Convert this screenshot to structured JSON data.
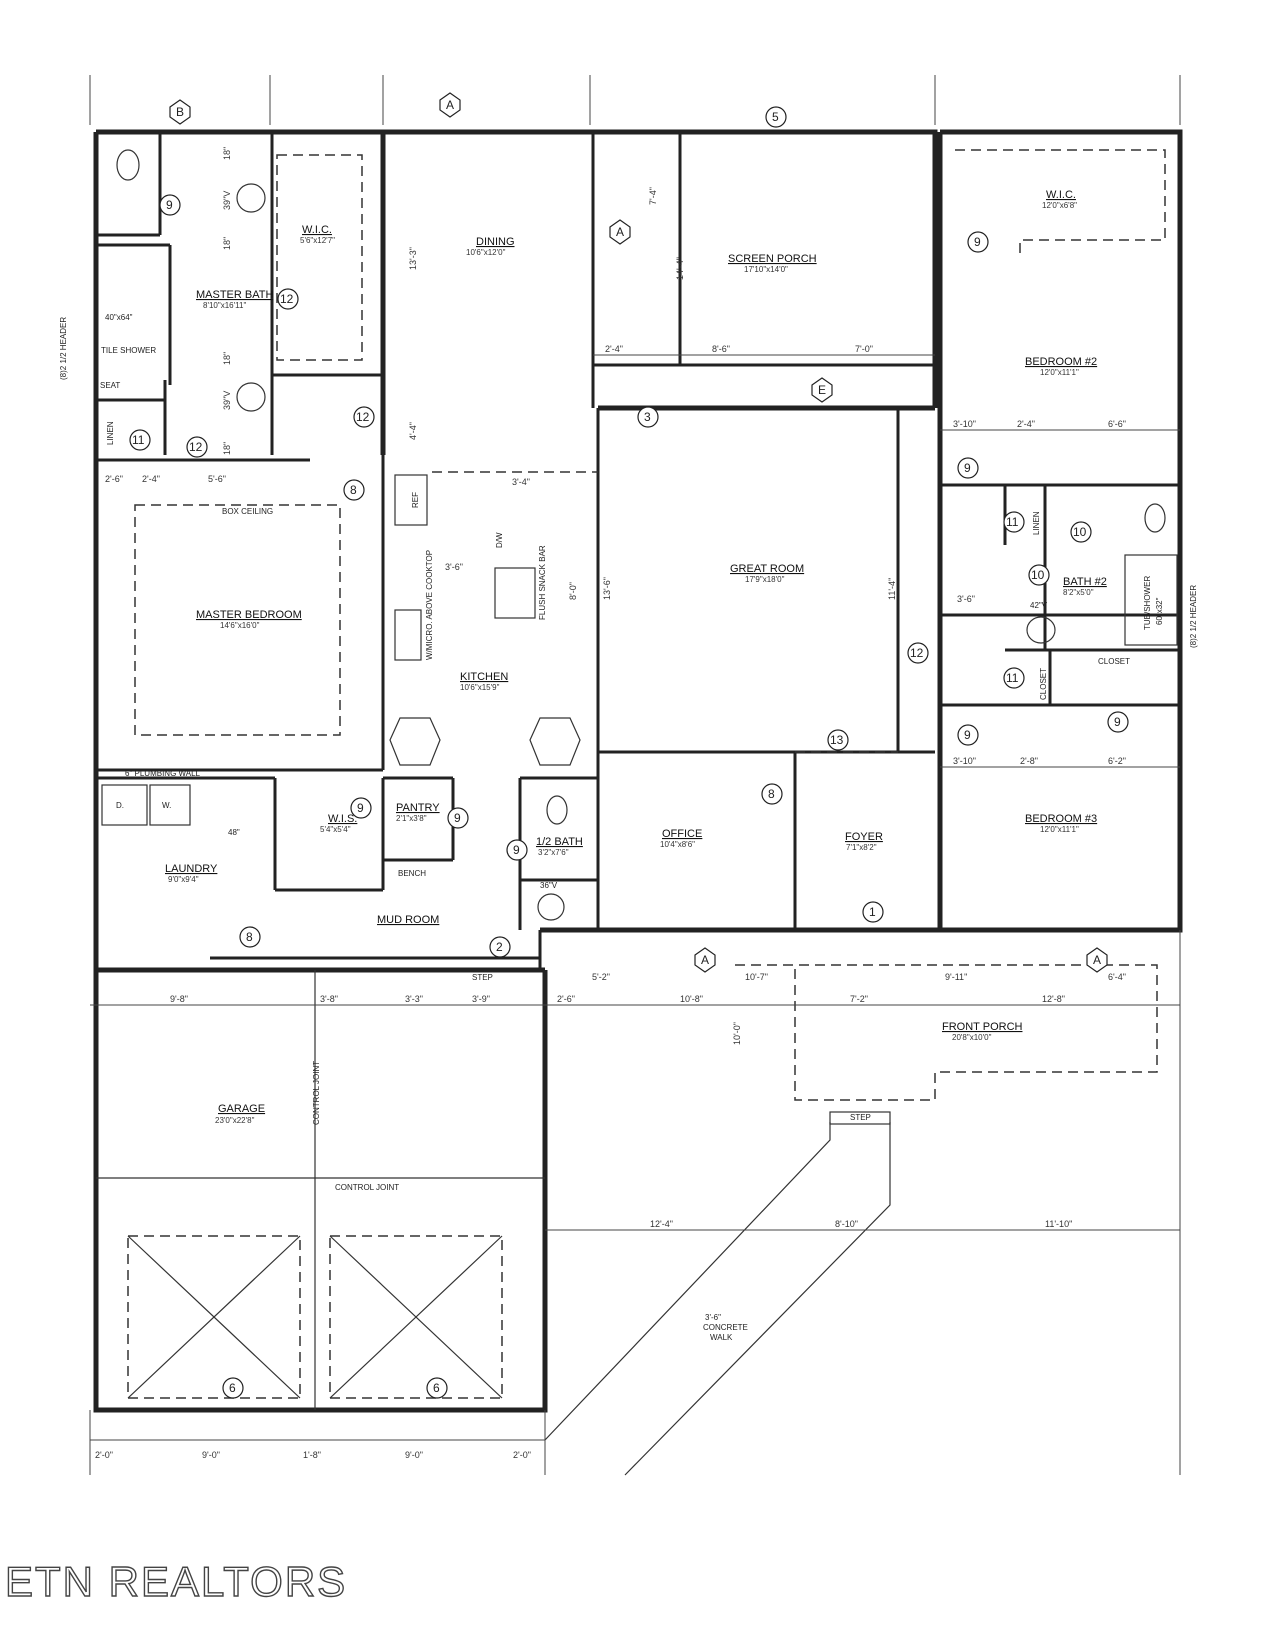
{
  "brand": {
    "name": "ETN REALTORS"
  },
  "rooms": {
    "master_bath": {
      "label": "MASTER BATH",
      "size": "8'10\"x16'11\""
    },
    "wic_master": {
      "label": "W.I.C.",
      "size": "5'6\"x12'7\""
    },
    "dining": {
      "label": "DINING",
      "size": "10'6\"x12'0\""
    },
    "screen_porch": {
      "label": "SCREEN PORCH",
      "size": "17'10\"x14'0\""
    },
    "wic_bed2": {
      "label": "W.I.C.",
      "size": "12'0\"x6'8\""
    },
    "bedroom2": {
      "label": "BEDROOM #2",
      "size": "12'0\"x11'1\""
    },
    "master_bedroom": {
      "label": "MASTER BEDROOM",
      "size": "14'6\"x16'0\""
    },
    "kitchen": {
      "label": "KITCHEN",
      "size": "10'6\"x15'9\""
    },
    "great_room": {
      "label": "GREAT ROOM",
      "size": "17'9\"x18'0\""
    },
    "bath2": {
      "label": "BATH #2",
      "size": "8'2\"x5'0\""
    },
    "laundry": {
      "label": "LAUNDRY",
      "size": "9'0\"x9'4\""
    },
    "wis": {
      "label": "W.I.S.",
      "size": "5'4\"x5'4\""
    },
    "pantry": {
      "label": "PANTRY",
      "size": "2'1\"x3'8\""
    },
    "half_bath": {
      "label": "1/2 BATH",
      "size": "3'2\"x7'6\""
    },
    "office": {
      "label": "OFFICE",
      "size": "10'4\"x8'6\""
    },
    "foyer": {
      "label": "FOYER",
      "size": "7'1\"x8'2\""
    },
    "bedroom3": {
      "label": "BEDROOM #3",
      "size": "12'0\"x11'1\""
    },
    "mud_room": {
      "label": "MUD ROOM",
      "size": ""
    },
    "front_porch": {
      "label": "FRONT PORCH",
      "size": "20'8\"x10'0\""
    },
    "garage": {
      "label": "GARAGE",
      "size": "23'0\"x22'8\""
    }
  },
  "notes": {
    "box_ceiling": "BOX CEILING",
    "tile_shower": "TILE SHOWER",
    "shower_size": "40\"x64\"",
    "seat": "SEAT",
    "linen": "LINEN",
    "ref": "REF",
    "flush_snack_bar": "FLUSH SNACK BAR",
    "dw": "D/W",
    "range_note": "W/MICRO. ABOVE COOKTOP",
    "bench": "BENCH",
    "step": "STEP",
    "closet": "CLOSET",
    "closet_v": "CLOSET",
    "linen_b2": "LINEN",
    "tub_shower": "TUB/SHOWER",
    "tub_size": "60\"x32\"",
    "header_left": "(8)2 1/2 HEADER",
    "header_right": "(8)2 1/2 HEADER",
    "plumbing_wall": "6\" PLUMBING WALL",
    "dryer": "D.",
    "washer": "W.",
    "control_joint_h": "CONTROL JOINT",
    "control_joint_v": "CONTROL JOINT",
    "concrete_walk_1": "3'-6\"",
    "concrete_walk_2": "CONCRETE",
    "concrete_walk_3": "WALK",
    "porch_step": "STEP",
    "sink42": "42\"V",
    "sink36": "36\"V",
    "dim48": "48\""
  },
  "dimensions": [
    {
      "id": "d1",
      "text": "9'-8\""
    },
    {
      "id": "d2",
      "text": "3'-8\""
    },
    {
      "id": "d3",
      "text": "3'-3\""
    },
    {
      "id": "d4",
      "text": "3'-9\""
    },
    {
      "id": "d5",
      "text": "2'-6\""
    },
    {
      "id": "d6",
      "text": "10'-8\""
    },
    {
      "id": "d7",
      "text": "7'-2\""
    },
    {
      "id": "d8",
      "text": "12'-8\""
    },
    {
      "id": "d9",
      "text": "5'-2\""
    },
    {
      "id": "d10",
      "text": "10'-7\""
    },
    {
      "id": "d11",
      "text": "9'-11\""
    },
    {
      "id": "d12",
      "text": "6'-4\""
    },
    {
      "id": "d13",
      "text": "12'-4\""
    },
    {
      "id": "d14",
      "text": "8'-10\""
    },
    {
      "id": "d15",
      "text": "11'-10\""
    },
    {
      "id": "d16",
      "text": "2'-0\""
    },
    {
      "id": "d17",
      "text": "9'-0\""
    },
    {
      "id": "d18",
      "text": "1'-8\""
    },
    {
      "id": "d19",
      "text": "9'-0\""
    },
    {
      "id": "d20",
      "text": "2'-0\""
    },
    {
      "id": "d21",
      "text": "2'-4\""
    },
    {
      "id": "d22",
      "text": "8'-6\""
    },
    {
      "id": "d23",
      "text": "7'-0\""
    },
    {
      "id": "d24",
      "text": "3'-10\""
    },
    {
      "id": "d25",
      "text": "2'-4\""
    },
    {
      "id": "d26",
      "text": "6'-6\""
    },
    {
      "id": "d27",
      "text": "3'-10\""
    },
    {
      "id": "d28",
      "text": "2'-8\""
    },
    {
      "id": "d29",
      "text": "6'-2\""
    },
    {
      "id": "d30",
      "text": "3'-4\""
    },
    {
      "id": "d31",
      "text": "3'-6\""
    },
    {
      "id": "d32",
      "text": "13'-3\""
    },
    {
      "id": "d33",
      "text": "4'-4\""
    },
    {
      "id": "d34",
      "text": "13'-6\""
    },
    {
      "id": "d35",
      "text": "11'-4\""
    },
    {
      "id": "d36",
      "text": "8'-0\""
    },
    {
      "id": "d37",
      "text": "10'-0\""
    },
    {
      "id": "d38",
      "text": "7'-4\""
    },
    {
      "id": "d39",
      "text": "14'-4\""
    },
    {
      "id": "d40",
      "text": "2'-6\""
    },
    {
      "id": "d41",
      "text": "2'-4\""
    },
    {
      "id": "d42",
      "text": "5'-6\""
    },
    {
      "id": "d43",
      "text": "3'-6\""
    },
    {
      "id": "d44",
      "text": "18\""
    },
    {
      "id": "d45",
      "text": "39\"V"
    },
    {
      "id": "d46",
      "text": "18\""
    },
    {
      "id": "d47",
      "text": "18\""
    },
    {
      "id": "d48",
      "text": "39\"V"
    },
    {
      "id": "d49",
      "text": "18\""
    }
  ],
  "tags": [
    {
      "id": "t1",
      "text": "1"
    },
    {
      "id": "t2",
      "text": "2"
    },
    {
      "id": "t3",
      "text": "3"
    },
    {
      "id": "t5",
      "text": "5"
    },
    {
      "id": "t6a",
      "text": "6"
    },
    {
      "id": "t6b",
      "text": "6"
    },
    {
      "id": "t8a",
      "text": "8"
    },
    {
      "id": "t8b",
      "text": "8"
    },
    {
      "id": "t8c",
      "text": "8"
    },
    {
      "id": "t9a",
      "text": "9"
    },
    {
      "id": "t9b",
      "text": "9"
    },
    {
      "id": "t9c",
      "text": "9"
    },
    {
      "id": "t9d",
      "text": "9"
    },
    {
      "id": "t9e",
      "text": "9"
    },
    {
      "id": "t9f",
      "text": "9"
    },
    {
      "id": "t9g",
      "text": "9"
    },
    {
      "id": "t9h",
      "text": "9"
    },
    {
      "id": "t10a",
      "text": "10"
    },
    {
      "id": "t10b",
      "text": "10"
    },
    {
      "id": "t11a",
      "text": "11"
    },
    {
      "id": "t11b",
      "text": "11"
    },
    {
      "id": "t11c",
      "text": "11"
    },
    {
      "id": "t12a",
      "text": "12"
    },
    {
      "id": "t12b",
      "text": "12"
    },
    {
      "id": "t12c",
      "text": "12"
    },
    {
      "id": "t12d",
      "text": "12"
    },
    {
      "id": "t13",
      "text": "13"
    },
    {
      "id": "hA1",
      "text": "A"
    },
    {
      "id": "hA2",
      "text": "A"
    },
    {
      "id": "hA3",
      "text": "A"
    },
    {
      "id": "hA4",
      "text": "A"
    },
    {
      "id": "hB",
      "text": "B"
    },
    {
      "id": "hE",
      "text": "E"
    }
  ]
}
